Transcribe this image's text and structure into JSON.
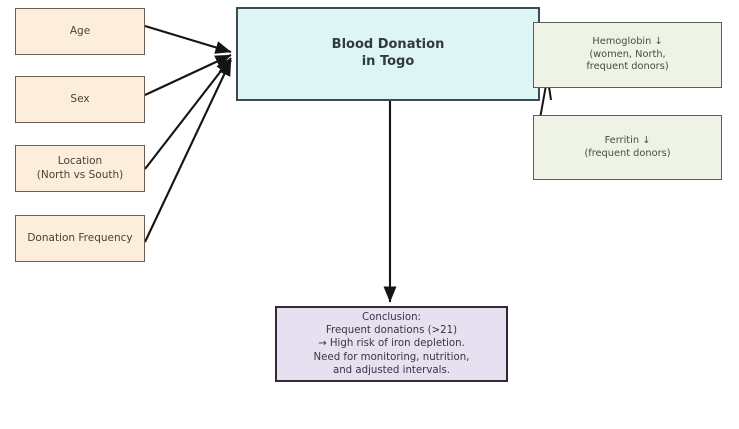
{
  "diagram": {
    "type": "flowchart",
    "title_node": {
      "id": "center",
      "label": "Blood Donation\nin Togo",
      "fill": "#ddf5f5",
      "border": "#3d4a52"
    },
    "factors": [
      {
        "id": "age",
        "label": "Age",
        "fill": "#fdeedc",
        "border": "#6b5d52"
      },
      {
        "id": "sex",
        "label": "Sex",
        "fill": "#fdeedc",
        "border": "#6b5d52"
      },
      {
        "id": "location",
        "label": "Location\n(North vs South)",
        "fill": "#fdeedc",
        "border": "#6b5d52"
      },
      {
        "id": "frequency",
        "label": "Donation Frequency",
        "fill": "#fdeedc",
        "border": "#6b5d52"
      }
    ],
    "outcomes": [
      {
        "id": "hemoglobin",
        "label": "Hemoglobin ↓\n(women, North,\nfrequent donors)",
        "fill": "#eef3e5",
        "border": "#55604f"
      },
      {
        "id": "ferritin",
        "label": "Ferritin ↓\n(frequent donors)",
        "fill": "#eef3e5",
        "border": "#55604f"
      }
    ],
    "conclusion": {
      "id": "conclusion",
      "label": "Conclusion:\nFrequent donations (>21)\n→ High risk of iron depletion.\nNeed for monitoring, nutrition,\nand adjusted intervals.",
      "fill": "#e6e0f0",
      "border": "#2e2a36"
    },
    "edges": [
      {
        "from": "age",
        "to": "center",
        "style": "solid",
        "arrowhead": "filled"
      },
      {
        "from": "sex",
        "to": "center",
        "style": "solid",
        "arrowhead": "filled"
      },
      {
        "from": "location",
        "to": "center",
        "style": "solid",
        "arrowhead": "filled"
      },
      {
        "from": "frequency",
        "to": "center",
        "style": "solid",
        "arrowhead": "filled"
      },
      {
        "from": "center",
        "to": "hemoglobin",
        "style": "solid",
        "arrowhead": "filled"
      },
      {
        "from": "center",
        "to": "ferritin",
        "style": "solid",
        "arrowhead": "filled"
      },
      {
        "from": "center",
        "to": "conclusion",
        "style": "solid",
        "arrowhead": "filled"
      }
    ],
    "edge_color": "#141414"
  }
}
